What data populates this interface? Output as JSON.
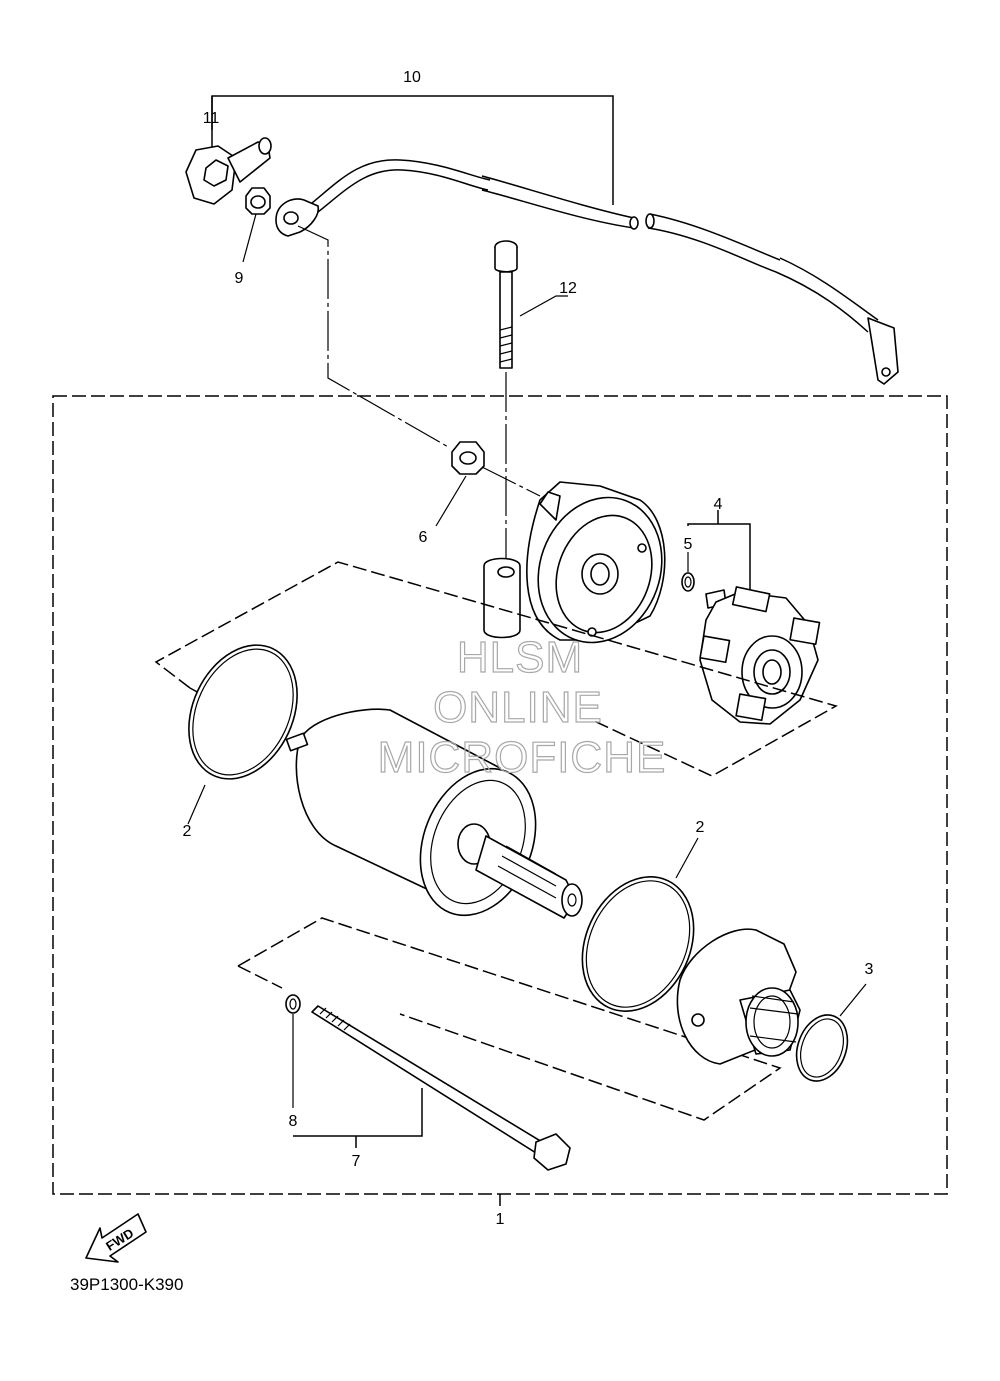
{
  "diagram": {
    "callouts": {
      "c1": "1",
      "c2a": "2",
      "c2b": "2",
      "c3": "3",
      "c4": "4",
      "c5": "5",
      "c6": "6",
      "c7": "7",
      "c8": "8",
      "c9": "9",
      "c10": "10",
      "c11": "11",
      "c12": "12"
    },
    "watermark": {
      "line1": "HLSM",
      "line2": "ONLINE",
      "line3": "MICROFICHE"
    },
    "direction_label": "FWD",
    "diagram_code": "39P1300-K390"
  }
}
